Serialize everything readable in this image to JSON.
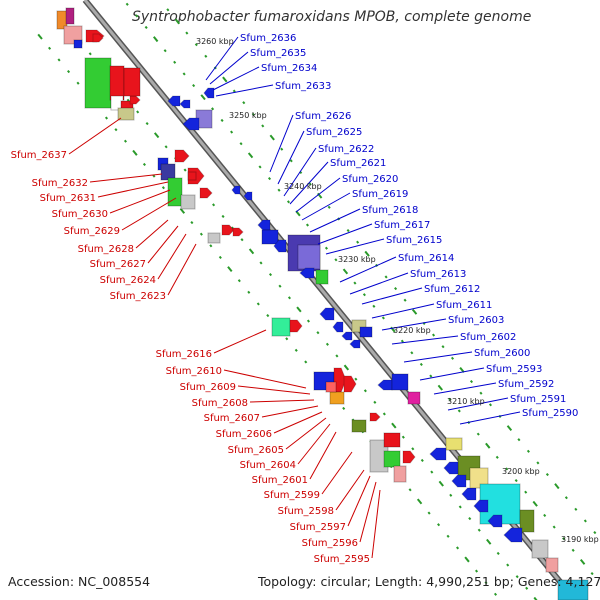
{
  "title": "Syntrophobacter fumaroxidans MPOB, complete genome",
  "accession": "Accession: NC_008554",
  "topology": "Topology: circular; Length: 4,990,251 bp; Genes: 4,127",
  "colors": {
    "forward": "#e8141c",
    "reverse": "#1424dc",
    "forward_label": "#cc0000",
    "reverse_label": "#0000cc",
    "backbone": "#888888",
    "tick": "#2a9a2a"
  },
  "position_labels": [
    "3260 kbp",
    "3250 kbp",
    "3240 kbp",
    "3230 kbp",
    "3220 kbp",
    "3210 kbp",
    "3200 kbp",
    "3190 kbp"
  ],
  "reverse_genes": [
    "Sfum_2636",
    "Sfum_2635",
    "Sfum_2634",
    "Sfum_2633",
    "Sfum_2626",
    "Sfum_2625",
    "Sfum_2622",
    "Sfum_2621",
    "Sfum_2620",
    "Sfum_2619",
    "Sfum_2618",
    "Sfum_2617",
    "Sfum_2615",
    "Sfum_2614",
    "Sfum_2613",
    "Sfum_2612",
    "Sfum_2611",
    "Sfum_2603",
    "Sfum_2602",
    "Sfum_2600",
    "Sfum_2593",
    "Sfum_2592",
    "Sfum_2591",
    "Sfum_2590"
  ],
  "forward_genes": [
    "Sfum_2637",
    "Sfum_2632",
    "Sfum_2631",
    "Sfum_2630",
    "Sfum_2629",
    "Sfum_2628",
    "Sfum_2627",
    "Sfum_2624",
    "Sfum_2623",
    "Sfum_2616",
    "Sfum_2610",
    "Sfum_2609",
    "Sfum_2608",
    "Sfum_2607",
    "Sfum_2606",
    "Sfum_2605",
    "Sfum_2604",
    "Sfum_2601",
    "Sfum_2599",
    "Sfum_2598",
    "Sfum_2597",
    "Sfum_2596",
    "Sfum_2595"
  ]
}
